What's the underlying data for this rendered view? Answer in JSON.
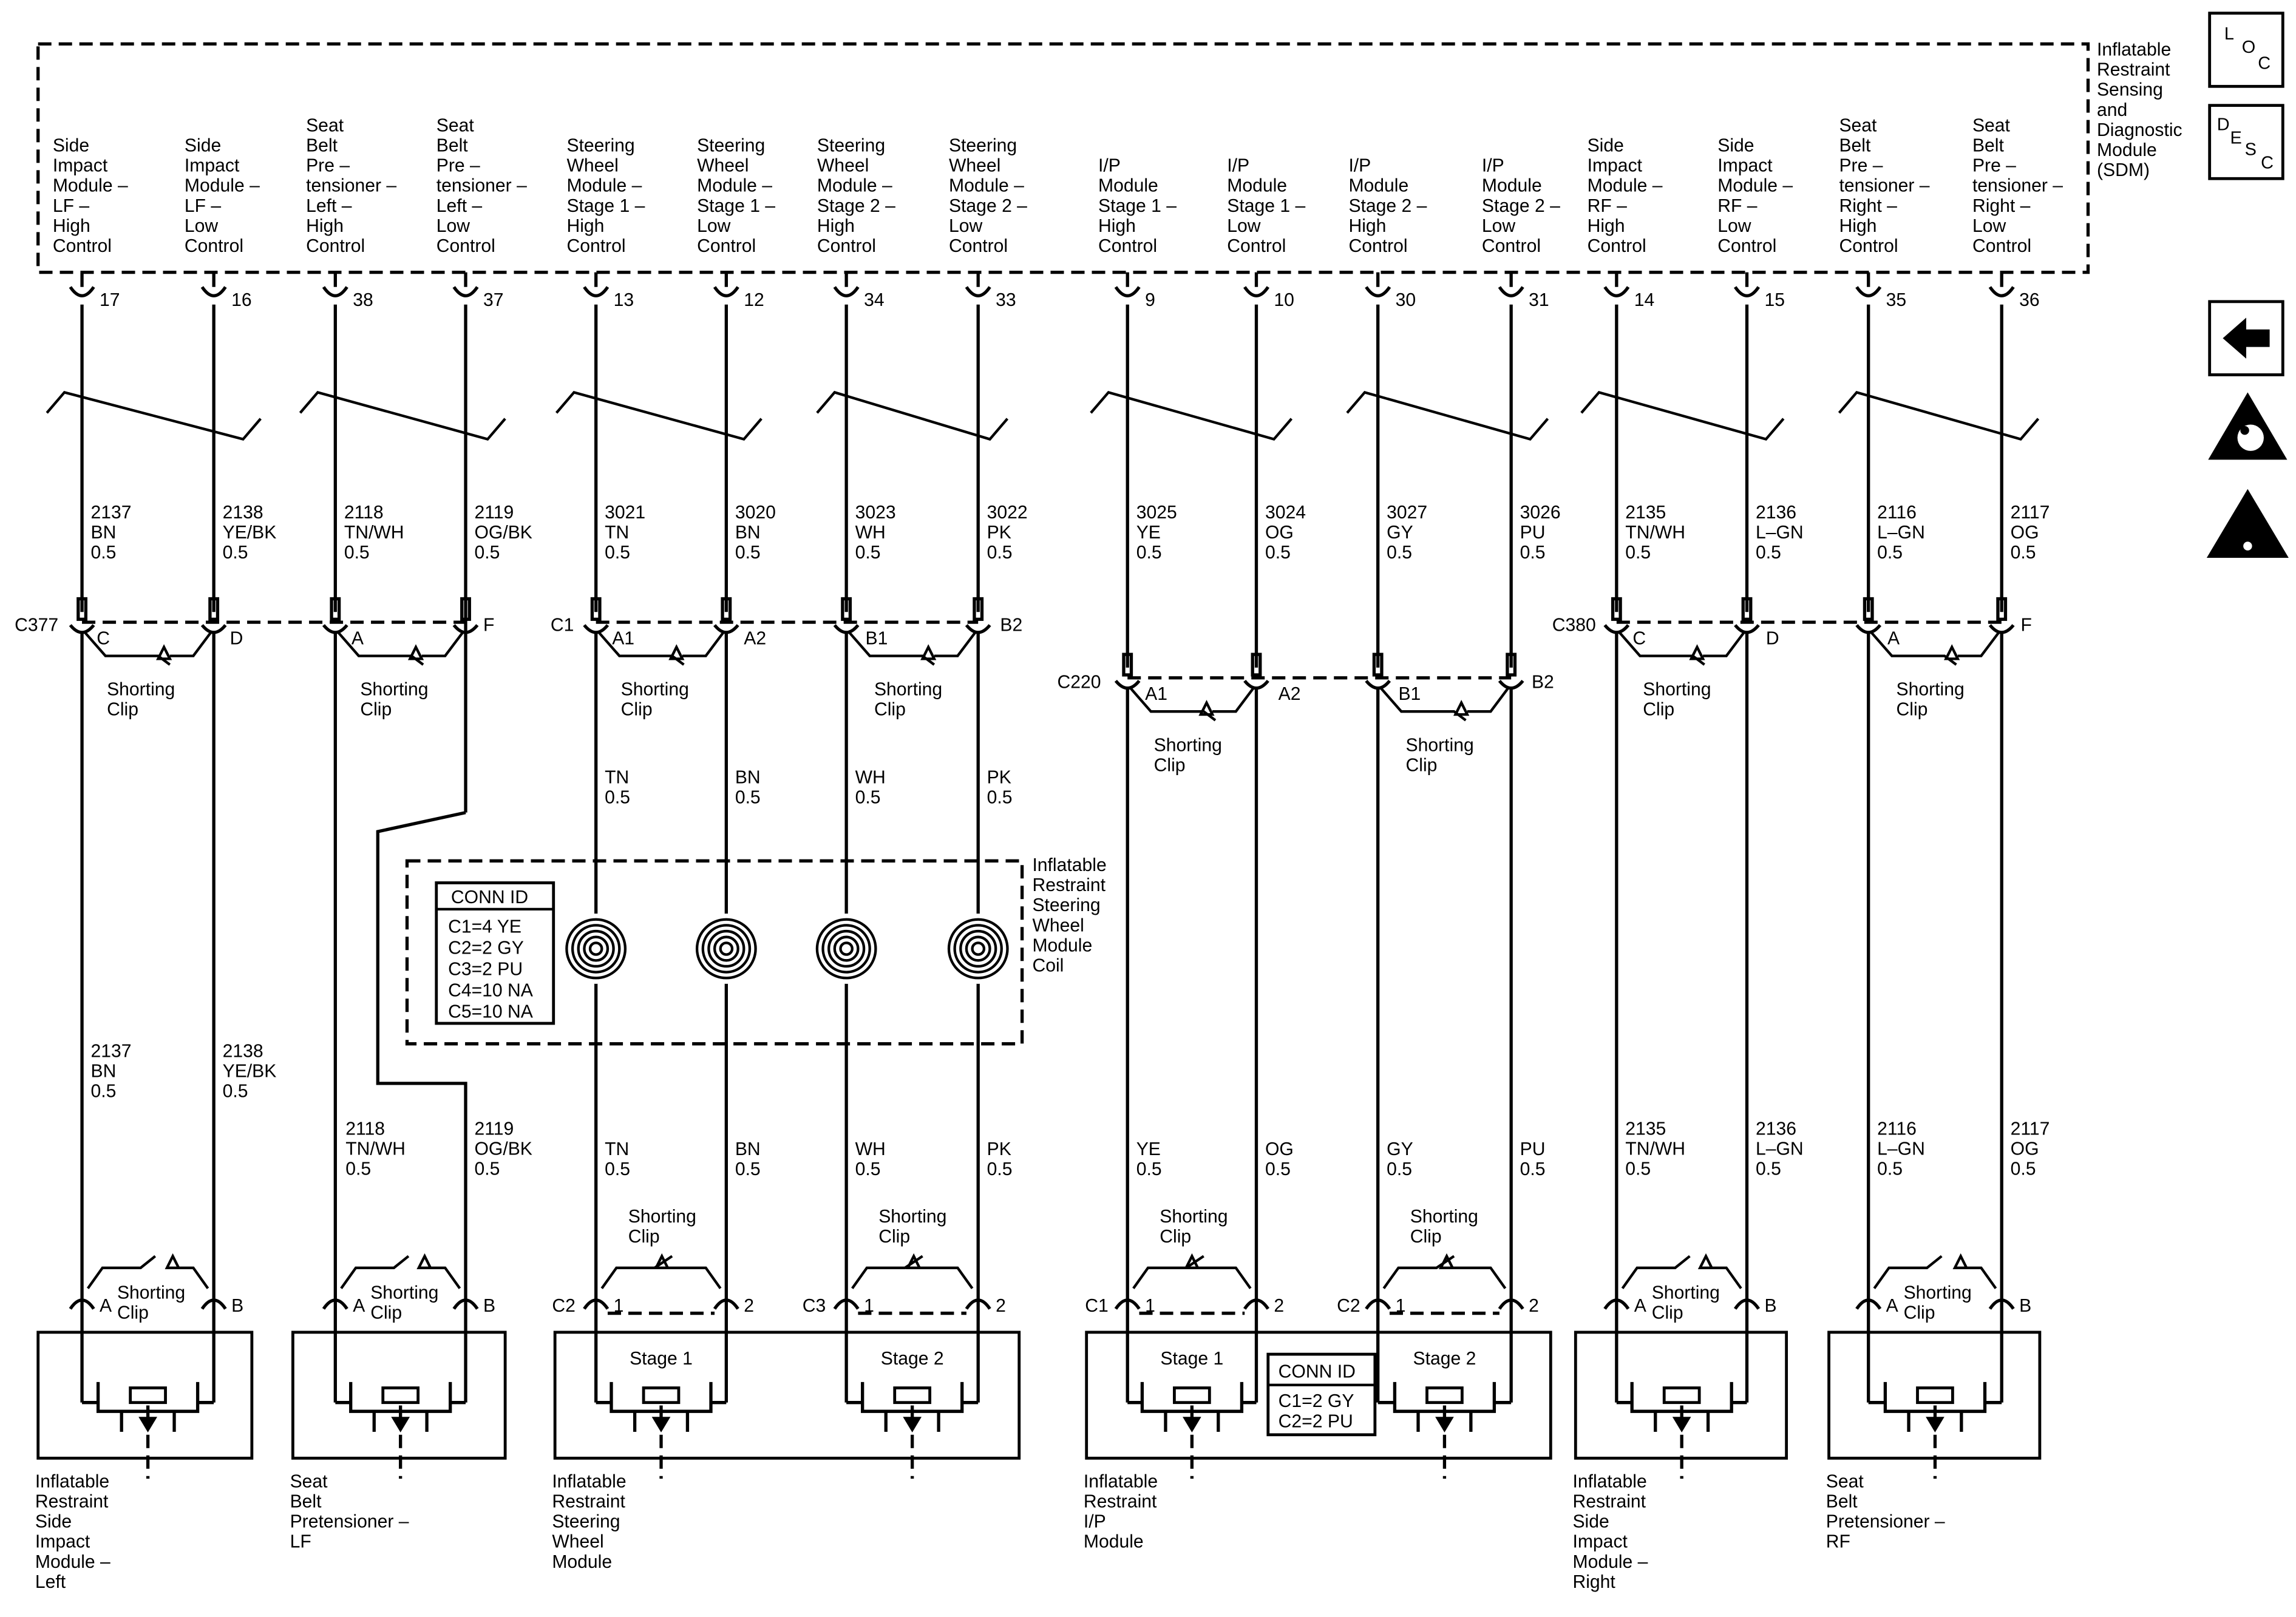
{
  "sdm_label": [
    "Inflatable",
    "Restraint",
    "Sensing",
    "and",
    "Diagnostic",
    "Module",
    "(SDM)"
  ],
  "sdm_pins": [
    {
      "label": [
        "Side",
        "Impact",
        "Module –",
        "LF –",
        "High",
        "Control"
      ],
      "pin": "17"
    },
    {
      "label": [
        "Side",
        "Impact",
        "Module –",
        "LF –",
        "Low",
        "Control"
      ],
      "pin": "16"
    },
    {
      "label": [
        "Seat",
        "Belt",
        "Pre –",
        "tensioner –",
        "Left –",
        "High",
        "Control"
      ],
      "pin": "38"
    },
    {
      "label": [
        "Seat",
        "Belt",
        "Pre –",
        "tensioner –",
        "Left –",
        "Low",
        "Control"
      ],
      "pin": "37"
    },
    {
      "label": [
        "Steering",
        "Wheel",
        "Module –",
        "Stage 1 –",
        "High",
        "Control"
      ],
      "pin": "13"
    },
    {
      "label": [
        "Steering",
        "Wheel",
        "Module –",
        "Stage 1 –",
        "Low",
        "Control"
      ],
      "pin": "12"
    },
    {
      "label": [
        "Steering",
        "Wheel",
        "Module –",
        "Stage 2 –",
        "High",
        "Control"
      ],
      "pin": "34"
    },
    {
      "label": [
        "Steering",
        "Wheel",
        "Module –",
        "Stage 2 –",
        "Low",
        "Control"
      ],
      "pin": "33"
    },
    {
      "label": [
        "I/P",
        "Module",
        "Stage 1 –",
        "High",
        "Control"
      ],
      "pin": "9"
    },
    {
      "label": [
        "I/P",
        "Module",
        "Stage 1 –",
        "Low",
        "Control"
      ],
      "pin": "10"
    },
    {
      "label": [
        "I/P",
        "Module",
        "Stage 2 –",
        "High",
        "Control"
      ],
      "pin": "30"
    },
    {
      "label": [
        "I/P",
        "Module",
        "Stage 2 –",
        "Low",
        "Control"
      ],
      "pin": "31"
    },
    {
      "label": [
        "Side",
        "Impact",
        "Module –",
        "RF –",
        "High",
        "Control"
      ],
      "pin": "14"
    },
    {
      "label": [
        "Side",
        "Impact",
        "Module –",
        "RF –",
        "Low",
        "Control"
      ],
      "pin": "15"
    },
    {
      "label": [
        "Seat",
        "Belt",
        "Pre –",
        "tensioner –",
        "Right –",
        "High",
        "Control"
      ],
      "pin": "35"
    },
    {
      "label": [
        "Seat",
        "Belt",
        "Pre –",
        "tensioner –",
        "Right –",
        "Low",
        "Control"
      ],
      "pin": "36"
    }
  ],
  "upper_wires": [
    [
      "2137",
      "BN",
      "0.5"
    ],
    [
      "2138",
      "YE/BK",
      "0.5"
    ],
    [
      "2118",
      "TN/WH",
      "0.5"
    ],
    [
      "2119",
      "OG/BK",
      "0.5"
    ],
    [
      "3021",
      "TN",
      "0.5"
    ],
    [
      "3020",
      "BN",
      "0.5"
    ],
    [
      "3023",
      "WH",
      "0.5"
    ],
    [
      "3022",
      "PK",
      "0.5"
    ],
    [
      "3025",
      "YE",
      "0.5"
    ],
    [
      "3024",
      "OG",
      "0.5"
    ],
    [
      "3027",
      "GY",
      "0.5"
    ],
    [
      "3026",
      "PU",
      "0.5"
    ],
    [
      "2135",
      "TN/WH",
      "0.5"
    ],
    [
      "2136",
      "L–GN",
      "0.5"
    ],
    [
      "2116",
      "L–GN",
      "0.5"
    ],
    [
      "2117",
      "OG",
      "0.5"
    ]
  ],
  "middle_wires": [
    [
      "TN",
      "0.5"
    ],
    [
      "BN",
      "0.5"
    ],
    [
      "WH",
      "0.5"
    ],
    [
      "PK",
      "0.5"
    ]
  ],
  "lower_wires": [
    [
      "2137",
      "BN",
      "0.5"
    ],
    [
      "2138",
      "YE/BK",
      "0.5"
    ],
    [
      "2118",
      "TN/WH",
      "0.5"
    ],
    [
      "2119",
      "OG/BK",
      "0.5"
    ],
    [
      "TN",
      "0.5"
    ],
    [
      "BN",
      "0.5"
    ],
    [
      "WH",
      "0.5"
    ],
    [
      "PK",
      "0.5"
    ],
    [
      "YE",
      "0.5"
    ],
    [
      "OG",
      "0.5"
    ],
    [
      "GY",
      "0.5"
    ],
    [
      "PU",
      "0.5"
    ],
    [
      "2135",
      "TN/WH",
      "0.5"
    ],
    [
      "2136",
      "L–GN",
      "0.5"
    ],
    [
      "2116",
      "L–GN",
      "0.5"
    ],
    [
      "2117",
      "OG",
      "0.5"
    ]
  ],
  "connectors": {
    "c377": "C377",
    "c380": "C380",
    "c220": "C220",
    "inline_pins": [
      "C",
      "D",
      "A",
      "F",
      "A1",
      "A2",
      "B1",
      "B2",
      "C",
      "D",
      "A",
      "F"
    ],
    "c220_pins": [
      "A1",
      "A2",
      "B1",
      "B2"
    ],
    "c1": "C1"
  },
  "shorting_clip": [
    "Shorting",
    "Clip"
  ],
  "coil": {
    "label": [
      "Inflatable",
      "Restraint",
      "Steering",
      "Wheel",
      "Module",
      "Coil"
    ],
    "conn_id_title": "CONN ID",
    "conn_ids": [
      "C1=4 YE",
      "C2=2 GY",
      "C3=2 PU",
      "C4=10 NA",
      "C5=10 NA"
    ]
  },
  "ip_conn": {
    "title": "CONN ID",
    "ids": [
      "C1=2 GY",
      "C2=2 PU"
    ]
  },
  "devices": {
    "side_left": {
      "label": [
        "Inflatable",
        "Restraint",
        "Side",
        "Impact",
        "Module –",
        "Left"
      ],
      "pins": [
        "A",
        "B"
      ]
    },
    "belt_lf": {
      "label": [
        "Seat",
        "Belt",
        "Pretensioner –",
        "LF"
      ],
      "pins": [
        "A",
        "B"
      ]
    },
    "steering": {
      "label": [
        "Inflatable",
        "Restraint",
        "Steering",
        "Wheel",
        "Module"
      ],
      "stage1": "Stage 1",
      "stage2": "Stage 2",
      "c2": "C2",
      "c3": "C3",
      "pins": [
        "1",
        "2",
        "1",
        "2"
      ]
    },
    "ip": {
      "label": [
        "Inflatable",
        "Restraint",
        "I/P",
        "Module"
      ],
      "stage1": "Stage 1",
      "stage2": "Stage 2",
      "c1": "C1",
      "c2": "C2",
      "pins": [
        "1",
        "2",
        "1",
        "2"
      ]
    },
    "side_right": {
      "label": [
        "Inflatable",
        "Restraint",
        "Side",
        "Impact",
        "Module –",
        "Right"
      ],
      "pins": [
        "A",
        "B"
      ]
    },
    "belt_rf": {
      "label": [
        "Seat",
        "Belt",
        "Pretensioner –",
        "RF"
      ],
      "pins": [
        "A",
        "B"
      ]
    }
  },
  "nav": {
    "loc": [
      "L",
      "O",
      "C"
    ],
    "desc": [
      "D",
      "E",
      "S",
      "C"
    ]
  },
  "icons": [
    "back-arrow-icon",
    "airbag-warning-icon",
    "caution-triangle-icon"
  ]
}
